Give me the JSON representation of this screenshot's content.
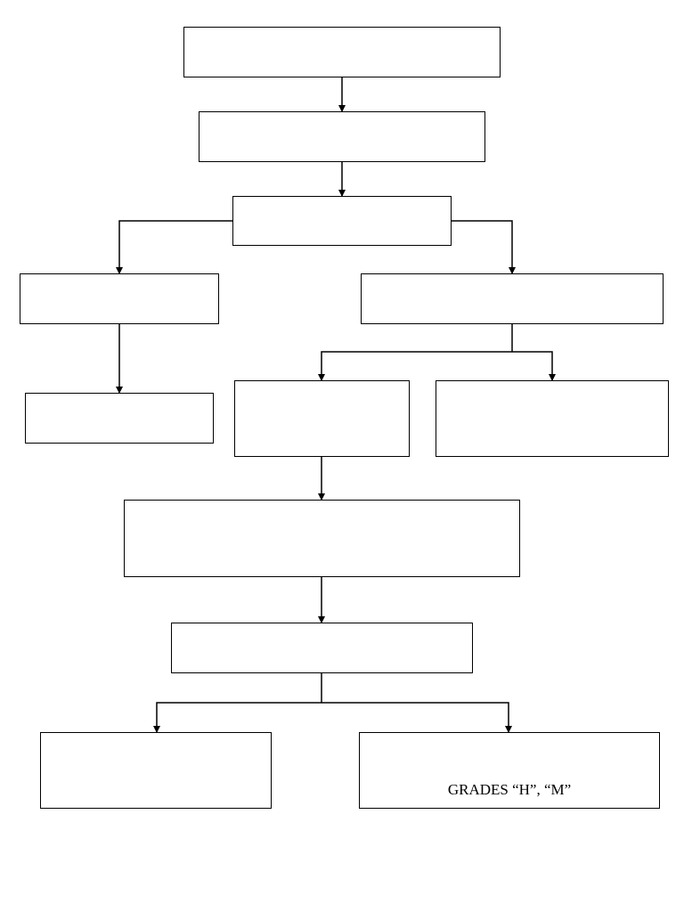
{
  "diagram": {
    "boxes": [
      {
        "id": "box-1",
        "text": ""
      },
      {
        "id": "box-2",
        "text": ""
      },
      {
        "id": "box-3",
        "text": ""
      },
      {
        "id": "box-4-left",
        "text": ""
      },
      {
        "id": "box-4-right",
        "text": ""
      },
      {
        "id": "box-5-left",
        "text": ""
      },
      {
        "id": "box-5-middle",
        "text": ""
      },
      {
        "id": "box-5-right",
        "text": ""
      },
      {
        "id": "box-6",
        "text": ""
      },
      {
        "id": "box-7",
        "text": ""
      },
      {
        "id": "box-8-left",
        "text": ""
      },
      {
        "id": "box-8-right",
        "text": "GRADES “H”, “M”"
      }
    ]
  }
}
